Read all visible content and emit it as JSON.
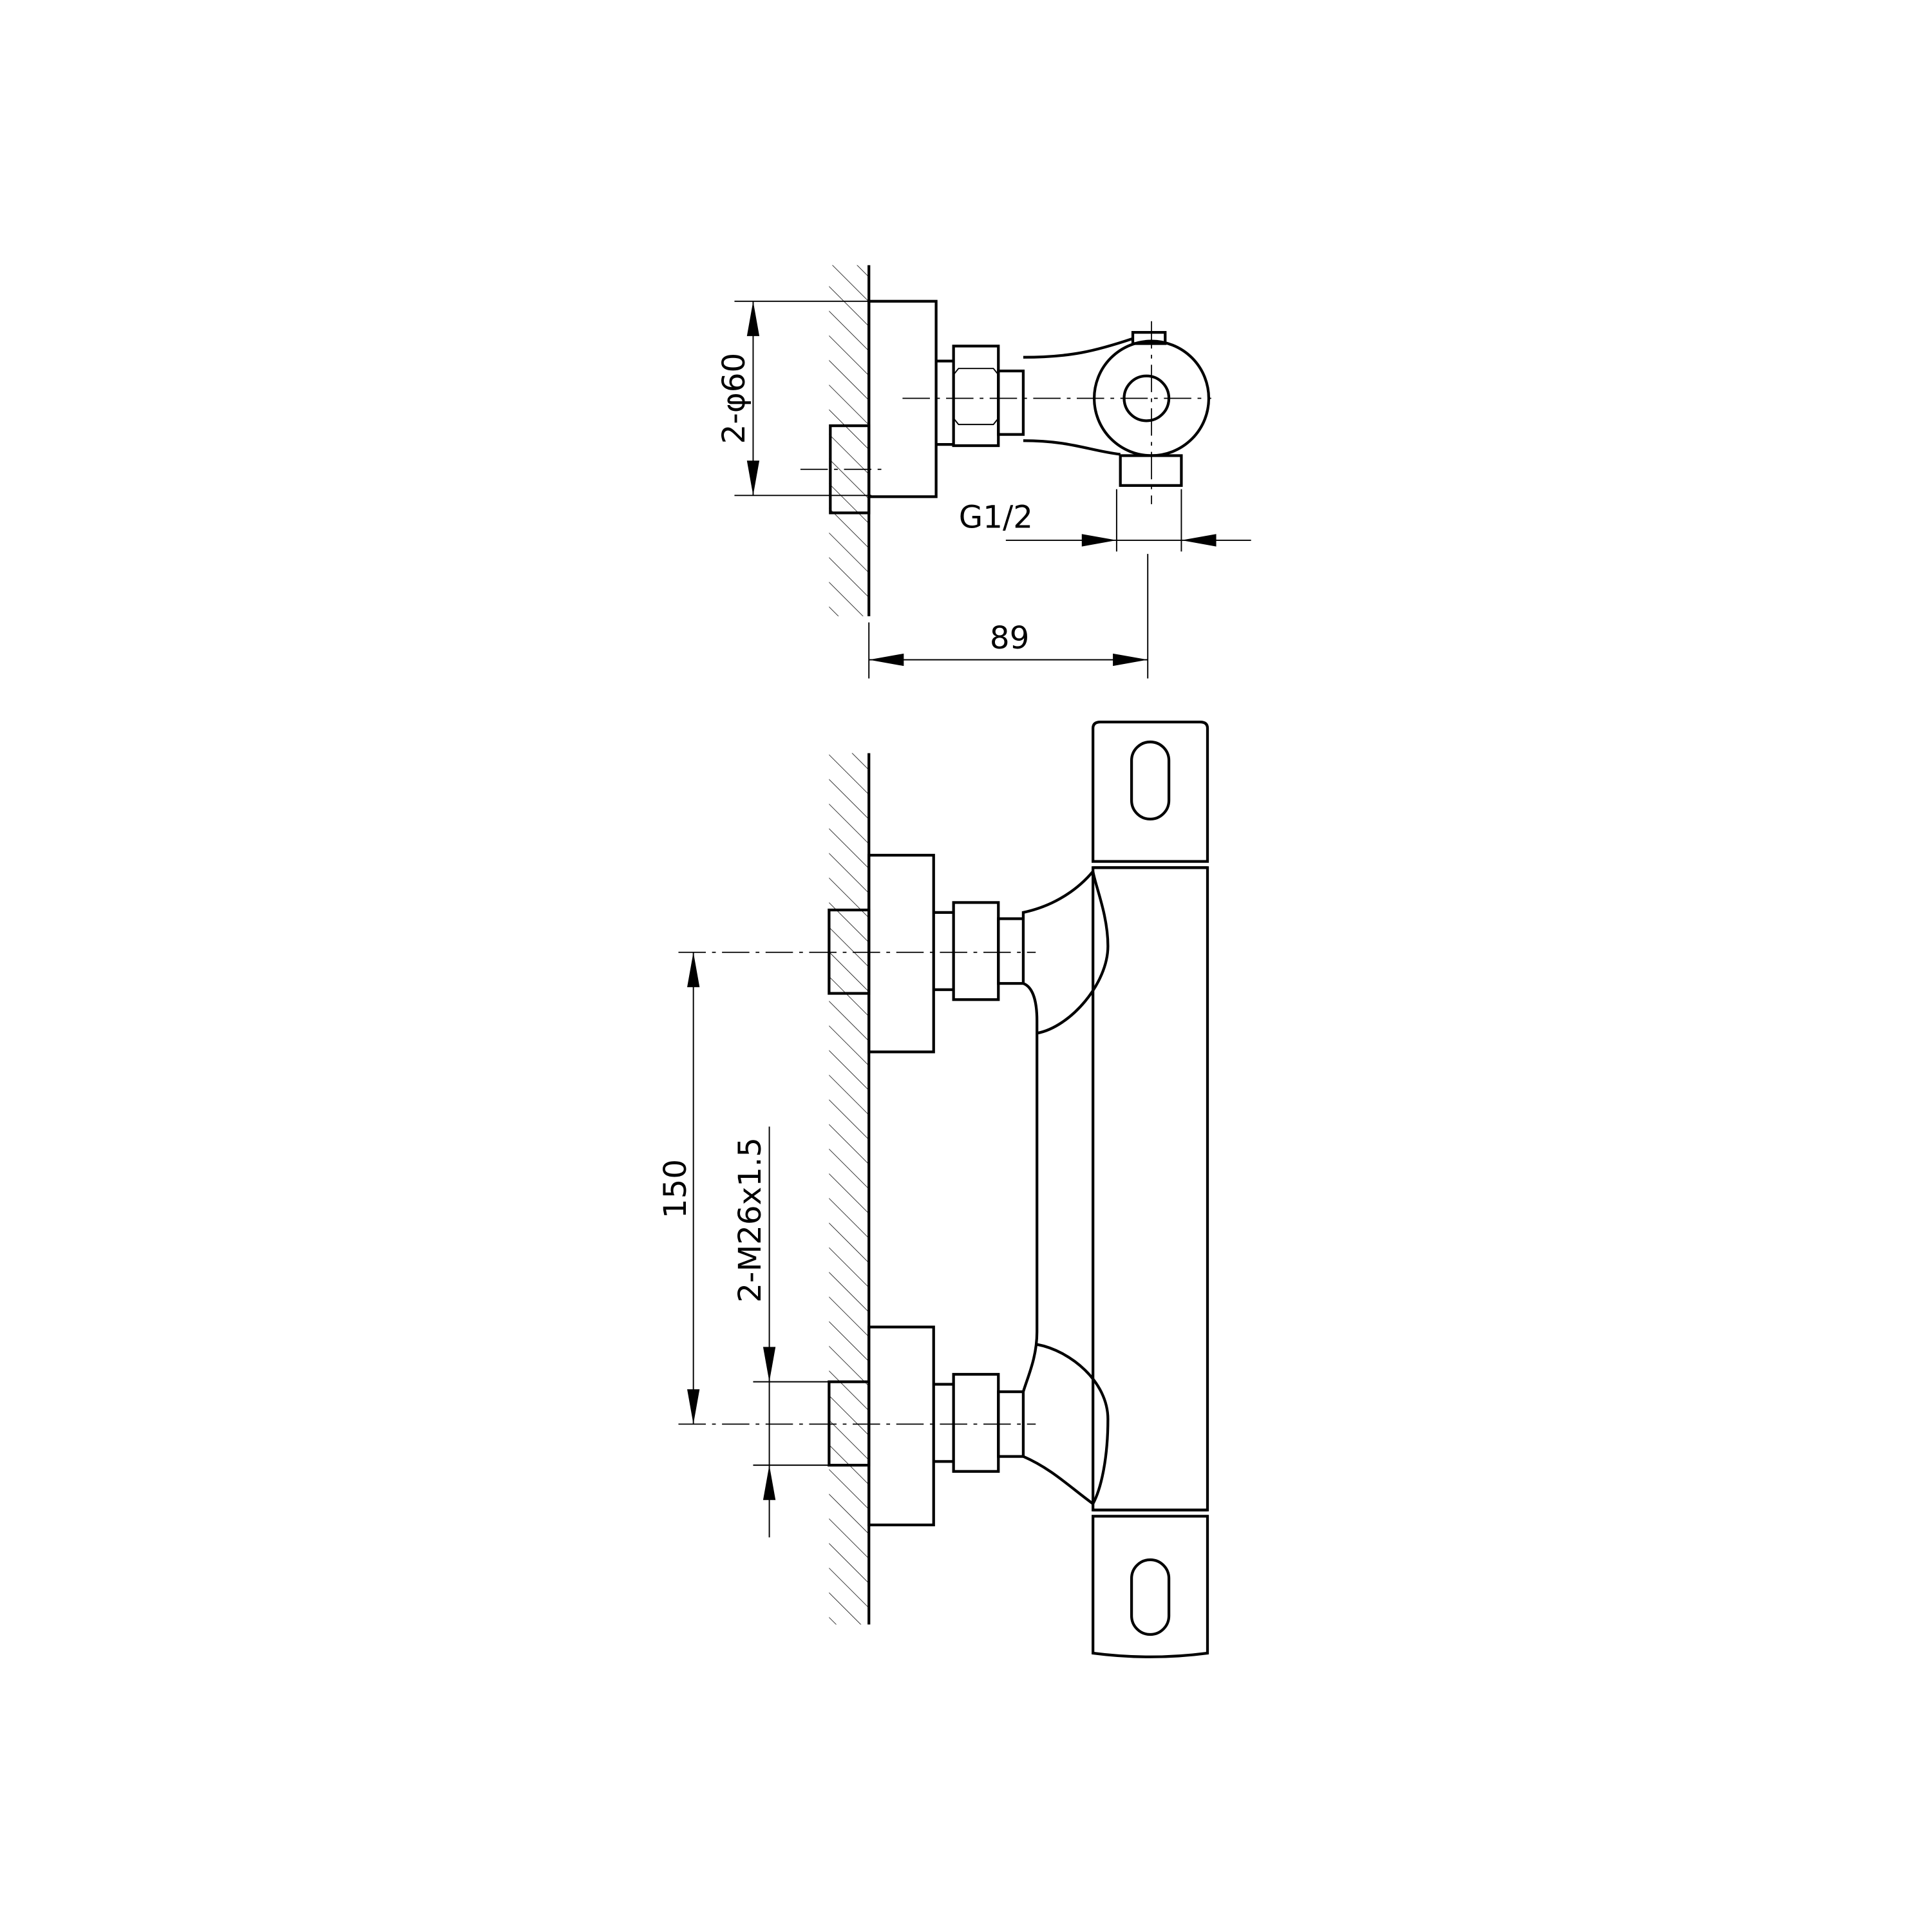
{
  "drawing": {
    "side_view": {
      "diameter_label": "2-φ60",
      "thread_label": "G1/2",
      "depth_label": "89"
    },
    "front_view": {
      "spacing_label": "150",
      "thread_label": "2-M26x1.5"
    },
    "line_color": "#000000",
    "background": "#ffffff"
  }
}
